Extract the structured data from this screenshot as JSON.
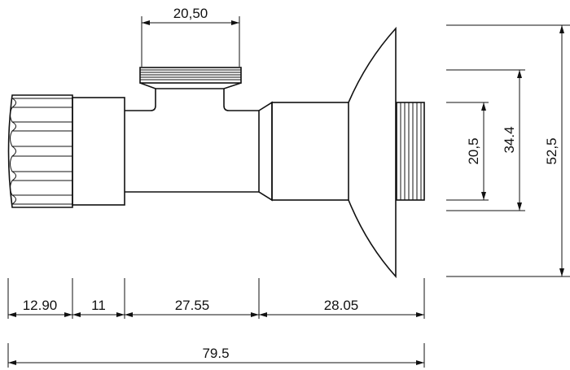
{
  "dimensions": {
    "cap_width": "20,50",
    "outlet_thread": "20,5",
    "cylinder_diameter": "34.4",
    "flange_diameter": "52,5",
    "segments": [
      "12.90",
      "11",
      "27.55",
      "28.05"
    ],
    "total_length": "79.5"
  }
}
